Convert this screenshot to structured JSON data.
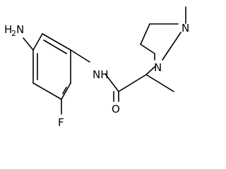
{
  "molecule": {
    "atoms": {
      "amino_group": {
        "main": "H",
        "sub": "2",
        "tail": "N"
      },
      "amide_nh": "NH",
      "fluorine": "F",
      "carbonyl_oxygen": "O",
      "piperazine_n_attached": "N",
      "piperazine_n_methyl": "N"
    }
  }
}
